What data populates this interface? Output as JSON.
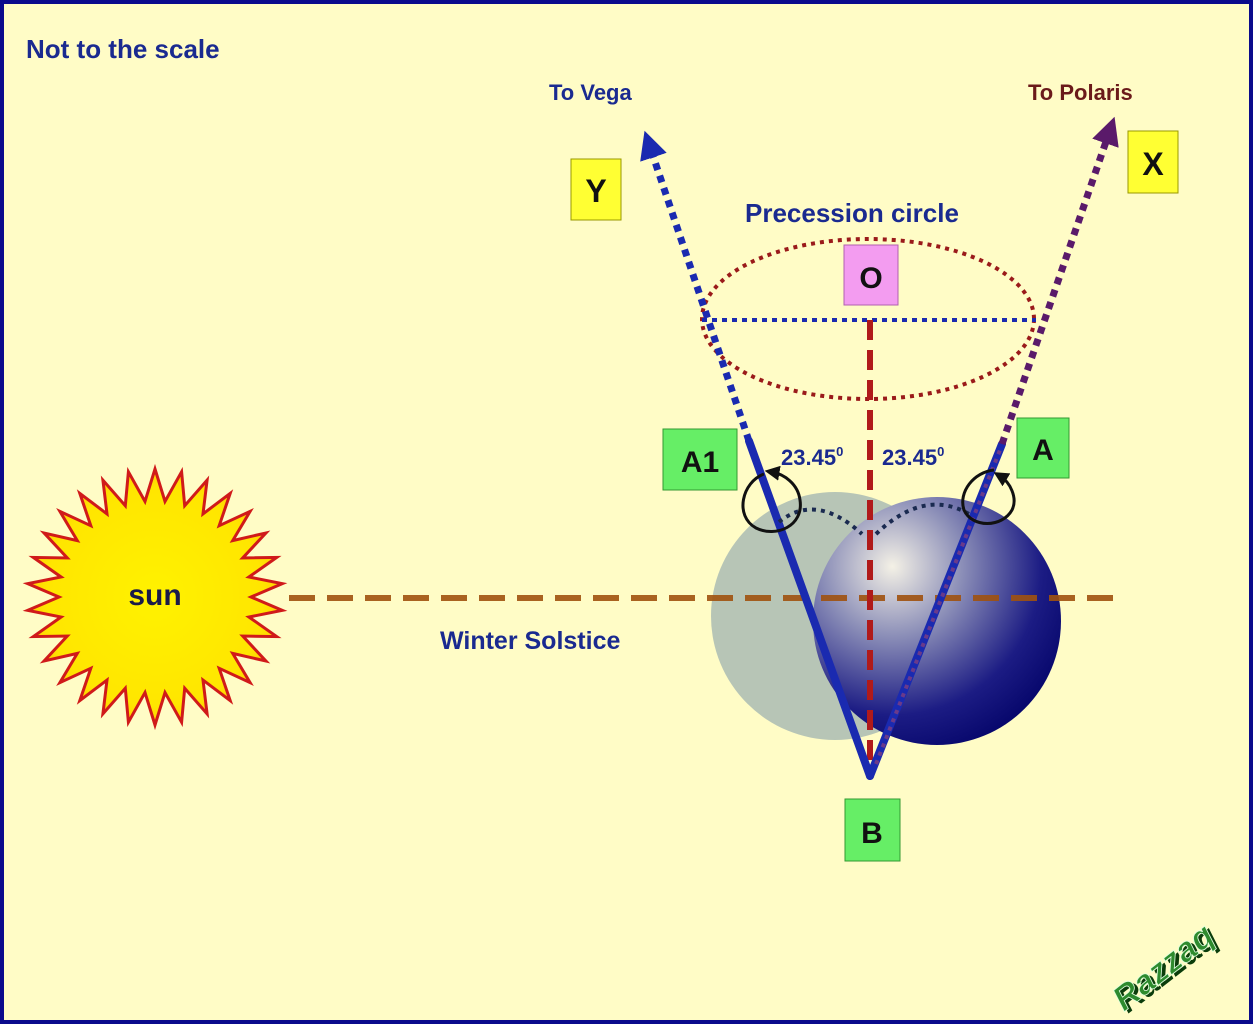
{
  "note": "Not to the scale",
  "labels": {
    "to_vega": "To Vega",
    "to_polaris": "To Polaris",
    "precession_circle": "Precession circle",
    "winter_solstice": "Winter Solstice",
    "sun": "sun",
    "angle_left": "23.45",
    "angle_right": "23.45",
    "degree_mark": "0",
    "watermark": "Razzaq"
  },
  "points": {
    "Y": "Y",
    "X": "X",
    "O": "O",
    "A1": "A1",
    "A": "A",
    "B": "B"
  },
  "colors": {
    "background": "#fffcc6",
    "border": "#0a0a8c",
    "vega_axis": "#1a2ab0",
    "polaris_axis": "#5a1a6a",
    "precession_circle": "#9a1a1a",
    "vertical_axis": "#b01a1a",
    "solstice_line": "#a0520f",
    "sun_fill": "#ffee00",
    "sun_rim": "#d01a1a",
    "label_yellow": "#ffff33",
    "label_green": "#66ee66",
    "label_pink": "#f39cf0",
    "earth_dark": "#0b0b78",
    "earth_shadow": "#9fb3b0"
  }
}
